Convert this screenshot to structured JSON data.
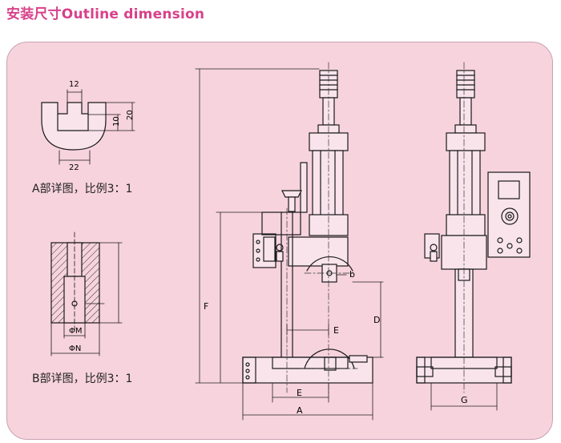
{
  "title": "安装尺寸Outline dimension",
  "detail_a": {
    "caption": "A部详图，比例3：1",
    "dims": {
      "slot_width": "12",
      "base_width": "22",
      "inner_depth": "10",
      "total_depth": "20"
    }
  },
  "detail_b": {
    "caption": "B部详图，比例3：1",
    "dims": {
      "pin_dia": "ΦM",
      "hole_dia": "ΦN"
    }
  },
  "front_view": {
    "labels": {
      "A": "A",
      "E": "E",
      "E2": "E",
      "F": "F",
      "D": "D",
      "b": "b"
    }
  },
  "side_view": {
    "labels": {
      "G": "G"
    }
  },
  "colors": {
    "title": "#d8418a",
    "panel": "#f7d3de",
    "line": "#1a1a1a",
    "fill": "#f9e4ec"
  }
}
